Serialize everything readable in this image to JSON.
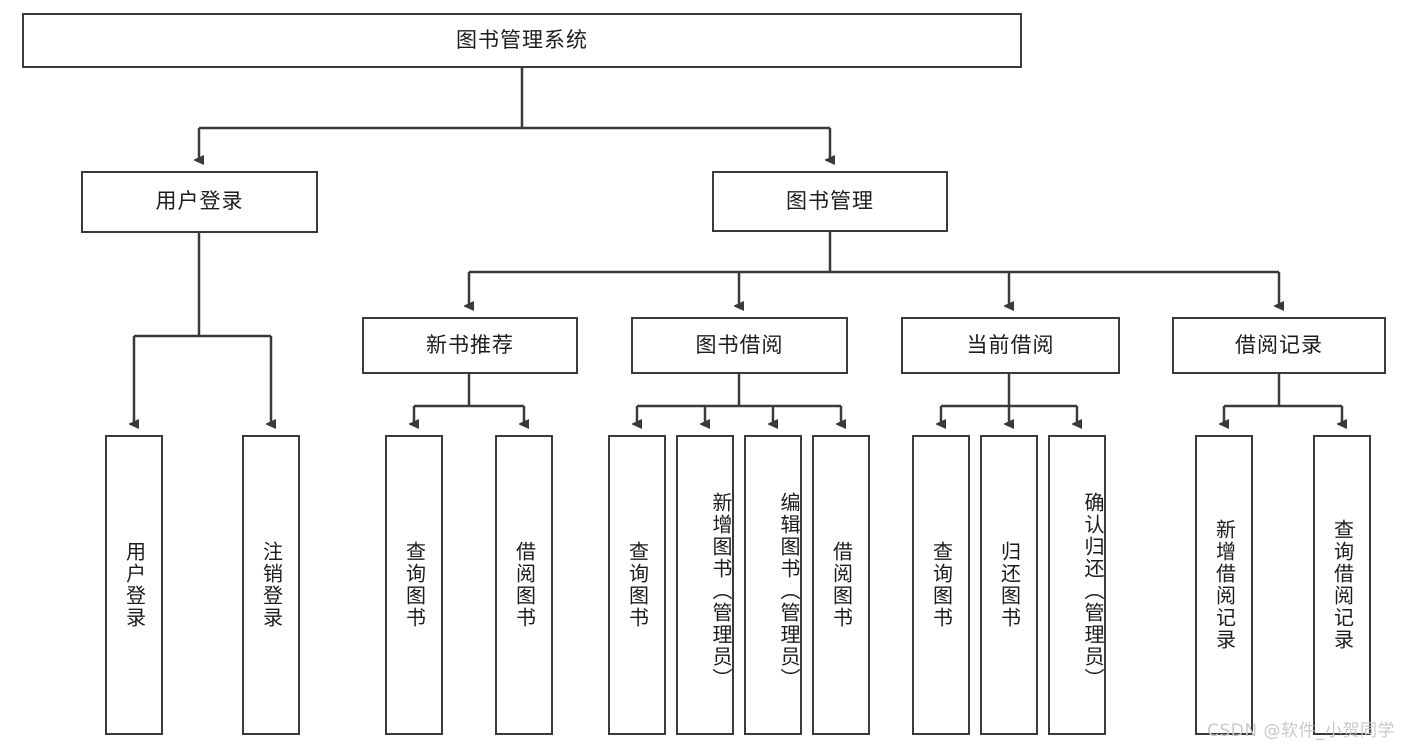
{
  "diagram": {
    "title": "图书管理系统",
    "watermark": "CSDN @软件_小贺同学",
    "colors": {
      "stroke": "#3a3a3a",
      "box_fill": "#ffffff",
      "text": "#1c1c1c",
      "watermark": "#c9c9c9",
      "background": "#ffffff"
    },
    "levels": {
      "level1": [
        {
          "id": "root",
          "label": "图书管理系统"
        }
      ],
      "level2": [
        {
          "id": "user-login",
          "label": "用户登录",
          "parent": "root"
        },
        {
          "id": "book-manage",
          "label": "图书管理",
          "parent": "root"
        }
      ],
      "level3": [
        {
          "id": "new-book-rec",
          "label": "新书推荐",
          "parent": "book-manage"
        },
        {
          "id": "book-borrow",
          "label": "图书借阅",
          "parent": "book-manage"
        },
        {
          "id": "current-borrow",
          "label": "当前借阅",
          "parent": "book-manage"
        },
        {
          "id": "borrow-record",
          "label": "借阅记录",
          "parent": "book-manage"
        }
      ],
      "leaves": [
        {
          "id": "leaf-user-login",
          "label": "用户登录",
          "parent": "user-login"
        },
        {
          "id": "leaf-logout",
          "label": "注销登录",
          "parent": "user-login"
        },
        {
          "id": "leaf-query-book-1",
          "label": "查询图书",
          "parent": "new-book-rec"
        },
        {
          "id": "leaf-borrow-book-1",
          "label": "借阅图书",
          "parent": "new-book-rec"
        },
        {
          "id": "leaf-query-book-2",
          "label": "查询图书",
          "parent": "book-borrow"
        },
        {
          "id": "leaf-add-book",
          "label": "新增图书（管理员）",
          "parent": "book-borrow"
        },
        {
          "id": "leaf-edit-book",
          "label": "编辑图书（管理员）",
          "parent": "book-borrow"
        },
        {
          "id": "leaf-borrow-book-2",
          "label": "借阅图书",
          "parent": "book-borrow"
        },
        {
          "id": "leaf-query-book-3",
          "label": "查询图书",
          "parent": "current-borrow"
        },
        {
          "id": "leaf-return-book",
          "label": "归还图书",
          "parent": "current-borrow"
        },
        {
          "id": "leaf-confirm-return",
          "label": "确认归还（管理员）",
          "parent": "current-borrow"
        },
        {
          "id": "leaf-add-record",
          "label": "新增借阅记录",
          "parent": "borrow-record"
        },
        {
          "id": "leaf-query-record",
          "label": "查询借阅记录",
          "parent": "borrow-record"
        }
      ]
    }
  }
}
